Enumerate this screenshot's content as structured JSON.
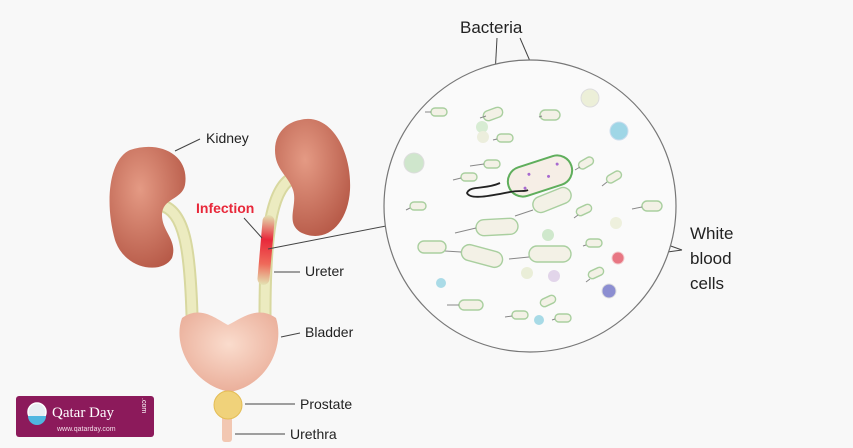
{
  "labels": {
    "kidney": "Kidney",
    "infection": "Infection",
    "ureter": "Ureter",
    "bladder": "Bladder",
    "prostate": "Prostate",
    "urethra": "Urethra",
    "bacteria": "Bacteria",
    "white_blood_cells": [
      "White",
      "blood",
      "cells"
    ]
  },
  "logo": {
    "name": "Qatar Day",
    "suffix": ".com",
    "url": "www.qatarday.com",
    "color": "#8c1a5b"
  },
  "colors": {
    "kidney": "#c9725e",
    "ureter": "#e3e2b2",
    "bladder": "#f2c2ae",
    "prostate": "#f0d27a",
    "infection": "#e8283a",
    "bacteria_outline": "#5fae5c"
  }
}
